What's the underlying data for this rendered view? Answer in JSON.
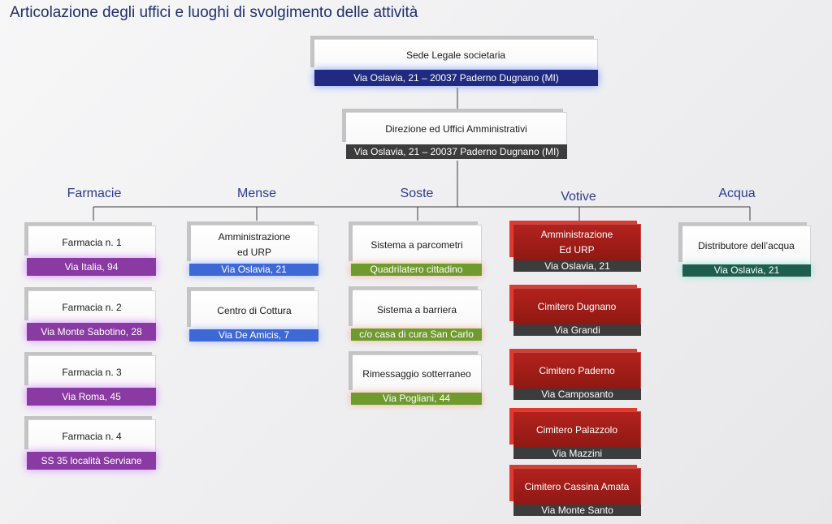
{
  "title": "Articolazione degli uffici e luoghi di svolgimento delle attività",
  "colors": {
    "navy": "#1f2a80",
    "dark_gray": "#3c3c3c",
    "purple": "#8a3aa3",
    "blue": "#3f68d7",
    "green": "#6f9a2e",
    "dark_red": "#9b1c17",
    "teal": "#1f5e4e"
  },
  "top": {
    "sede": {
      "name": "Sede Legale societaria",
      "address": "Via Oslavia, 21 – 20037 Paderno Dugnano (MI)"
    },
    "direzione": {
      "name": "Direzione ed Uffici Amministrativi",
      "address": "Via Oslavia, 21 – 20037 Paderno Dugnano (MI)"
    }
  },
  "categories": {
    "farmacie": {
      "label": "Farmacie",
      "items": [
        {
          "name": "Farmacia n. 1",
          "address": "Via Italia, 94"
        },
        {
          "name": "Farmacia n. 2",
          "address": "Via Monte Sabotino, 28"
        },
        {
          "name": "Farmacia n. 3",
          "address": "Via Roma, 45"
        },
        {
          "name": "Farmacia n. 4",
          "address": "SS 35 località Serviane"
        }
      ]
    },
    "mense": {
      "label": "Mense",
      "items": [
        {
          "name": "Amministrazione\ned URP",
          "address": "Via Oslavia, 21"
        },
        {
          "name": "Centro di Cottura",
          "address": "Via De Amicis, 7"
        }
      ]
    },
    "soste": {
      "label": "Soste",
      "items": [
        {
          "name": "Sistema a parcometri",
          "address": "Quadrilatero cittadino"
        },
        {
          "name": "Sistema a barriera",
          "address": "c/o casa di cura San Carlo"
        },
        {
          "name": "Rimessaggio sotterraneo",
          "address": "Via Pogliani, 44"
        }
      ]
    },
    "votive": {
      "label": "Votive",
      "items": [
        {
          "name": "Amministrazione\nEd URP",
          "address": "Via Oslavia, 21"
        },
        {
          "name": "Cimitero Dugnano",
          "address": "Via Grandi"
        },
        {
          "name": "Cimitero Paderno",
          "address": "Via Camposanto"
        },
        {
          "name": "Cimitero Palazzolo",
          "address": "Via Mazzini"
        },
        {
          "name": "Cimitero Cassina Amata",
          "address": "Via Monte Santo"
        }
      ]
    },
    "acqua": {
      "label": "Acqua",
      "items": [
        {
          "name": "Distributore dell’acqua",
          "address": "Via Oslavia, 21"
        }
      ]
    }
  }
}
